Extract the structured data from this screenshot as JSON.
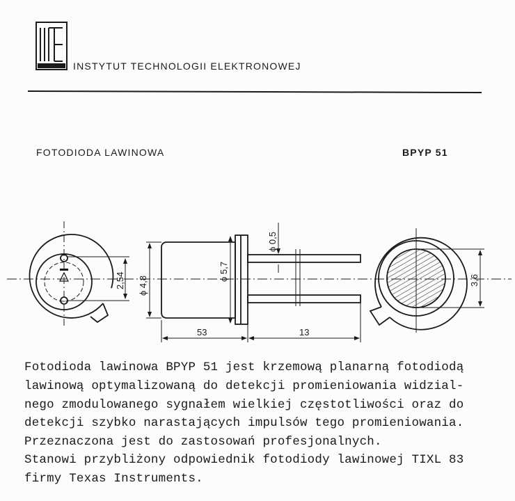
{
  "header": {
    "institute": "INSTYTUT TECHNOLOGII ELEKTRONOWEJ",
    "logo_text": "ITE"
  },
  "title": {
    "product_type": "FOTODIODA LAWINOWA",
    "model": "BPYP 51"
  },
  "drawing": {
    "dim_pitch": "2,54",
    "dim_body_diameter": "ϕ 4,8",
    "dim_flange_diameter": "ϕ 5,7",
    "dim_lead_diameter": "ϕ 0,5",
    "dim_body_length": "53",
    "dim_lead_length": "13",
    "dim_window": "3,6"
  },
  "description": {
    "lines": [
      "Fotodioda lawinowa BPYP 51 jest krzemową planarną fotodiodą",
      "lawinową optymalizowaną do detekcji promieniowania widzial-",
      "nego zmodulowanego sygnałem wielkiej częstotliwości oraz do",
      "detekcji szybko narastających impulsów tego promieniowania.",
      "Przeznaczona jest do zastosowań profesjonalnych.",
      "Stanowi przybliżony odpowiednik fotodiody lawinowej TIXL 83",
      "firmy Texas Instruments."
    ]
  }
}
